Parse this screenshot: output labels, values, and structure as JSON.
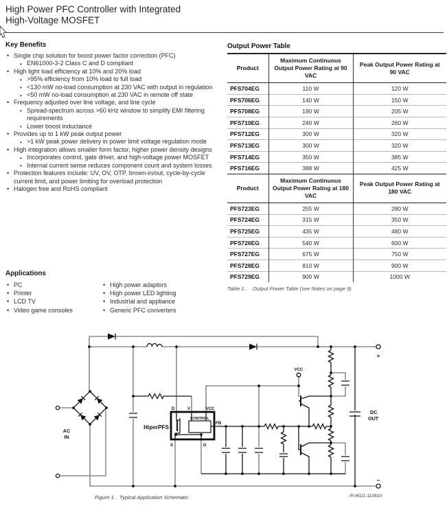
{
  "title": {
    "line1": "High Power PFC Controller with Integrated",
    "line2": "High-Voltage MOSFET"
  },
  "key_benefits": {
    "heading": "Key Benefits",
    "items": [
      {
        "level": 1,
        "text": "Single chip solution for boost power factor correction (PFC)"
      },
      {
        "level": 2,
        "text": "EN61000-3-2 Class C and D compliant"
      },
      {
        "level": 1,
        "text": "High light load efficiency at 10% and 20% load"
      },
      {
        "level": 2,
        "text": ">95% efficiency from 10% load to full load"
      },
      {
        "level": 2,
        "text": "<130 mW no-load consumption at 230 VAC with output in regulation"
      },
      {
        "level": 2,
        "text": "<50 mW no-load consumption at 230 VAC in remote off state"
      },
      {
        "level": 1,
        "text": "Frequency adjusted over line voltage, and line cycle"
      },
      {
        "level": 2,
        "text": "Spread-spectrum across >60 kHz window to simplify EMI filtering requirements"
      },
      {
        "level": 2,
        "text": "Lower boost inductance"
      },
      {
        "level": 1,
        "text": "Provides up to 1 kW peak output power"
      },
      {
        "level": 2,
        "text": ">1 kW peak power delivery in power limit voltage regulation mode"
      },
      {
        "level": 1,
        "text": "High integration allows smaller form factor, higher power density designs"
      },
      {
        "level": 2,
        "text": "Incorporates control, gate driver, and high-voltage power MOSFET"
      },
      {
        "level": 2,
        "text": "Internal current sense reduces component count and system losses"
      },
      {
        "level": 1,
        "text": "Protection features include: UV, OV, OTP, brown-in/out, cycle-by-cycle current limit, and power limiting for overload protection"
      },
      {
        "level": 1,
        "text": "Halogen free and RoHS compliant"
      }
    ]
  },
  "applications": {
    "heading": "Applications",
    "col1": [
      "PC",
      "Printer",
      "LCD TV",
      "Video game consoles"
    ],
    "col2": [
      "High power adaptors",
      "High power LED lighting",
      "Industrial and appliance",
      "Generic PFC converters"
    ]
  },
  "output_power_table": {
    "heading": "Output Power Table",
    "sections": [
      {
        "header": {
          "product": "Product",
          "max": "Maximum Continuous Output Power Rating at 90 VAC",
          "peak": "Peak Output Power Rating at 90 VAC"
        },
        "rows": [
          [
            "PFS704EG",
            "110 W",
            "120 W"
          ],
          [
            "PFS706EG",
            "140 W",
            "150 W"
          ],
          [
            "PFS708EG",
            "190 W",
            "205 W"
          ],
          [
            "PFS710EG",
            "240 W",
            "260 W"
          ],
          [
            "PFS712EG",
            "300 W",
            "320 W"
          ],
          [
            "PFS713EG",
            "300 W",
            "320 W"
          ],
          [
            "PFS714EG",
            "350 W",
            "385 W"
          ],
          [
            "PFS716EG",
            "388 W",
            "425 W"
          ]
        ]
      },
      {
        "header": {
          "product": "Product",
          "max": "Maximum Continuous Output Power Rating at 180 VAC",
          "peak": "Peak Output Power Rating at 180 VAC"
        },
        "rows": [
          [
            "PFS723EG",
            "255 W",
            "280 W"
          ],
          [
            "PFS724EG",
            "315 W",
            "350 W"
          ],
          [
            "PFS725EG",
            "435 W",
            "480 W"
          ],
          [
            "PFS726EG",
            "540 W",
            "600 W"
          ],
          [
            "PFS727EG",
            "675 W",
            "750 W"
          ],
          [
            "PFS728EG",
            "810 W",
            "900 W"
          ],
          [
            "PFS729EG",
            "900 W",
            "1000 W"
          ]
        ]
      }
    ],
    "caption_label": "Table 1.",
    "caption_text": "Output Power Table (see Notes on page 9)"
  },
  "schematic": {
    "labels": {
      "ac_line1": "AC",
      "ac_line2": "IN",
      "hiperpfs": "HiperPFS",
      "control": "CONTROL",
      "pin_d": "D",
      "pin_v": "V",
      "pin_vcc": "VCC",
      "pin_fb": "FB",
      "pin_s": "S",
      "pin_g": "G",
      "vcc_terminal": "VCC",
      "dc_line1": "DC",
      "dc_line2": "OUT",
      "plus": "+",
      "minus": "−",
      "part_number": "PI-6021-110810"
    },
    "caption_label": "Figure 1.",
    "caption_text": "Typical Application Schematic."
  }
}
